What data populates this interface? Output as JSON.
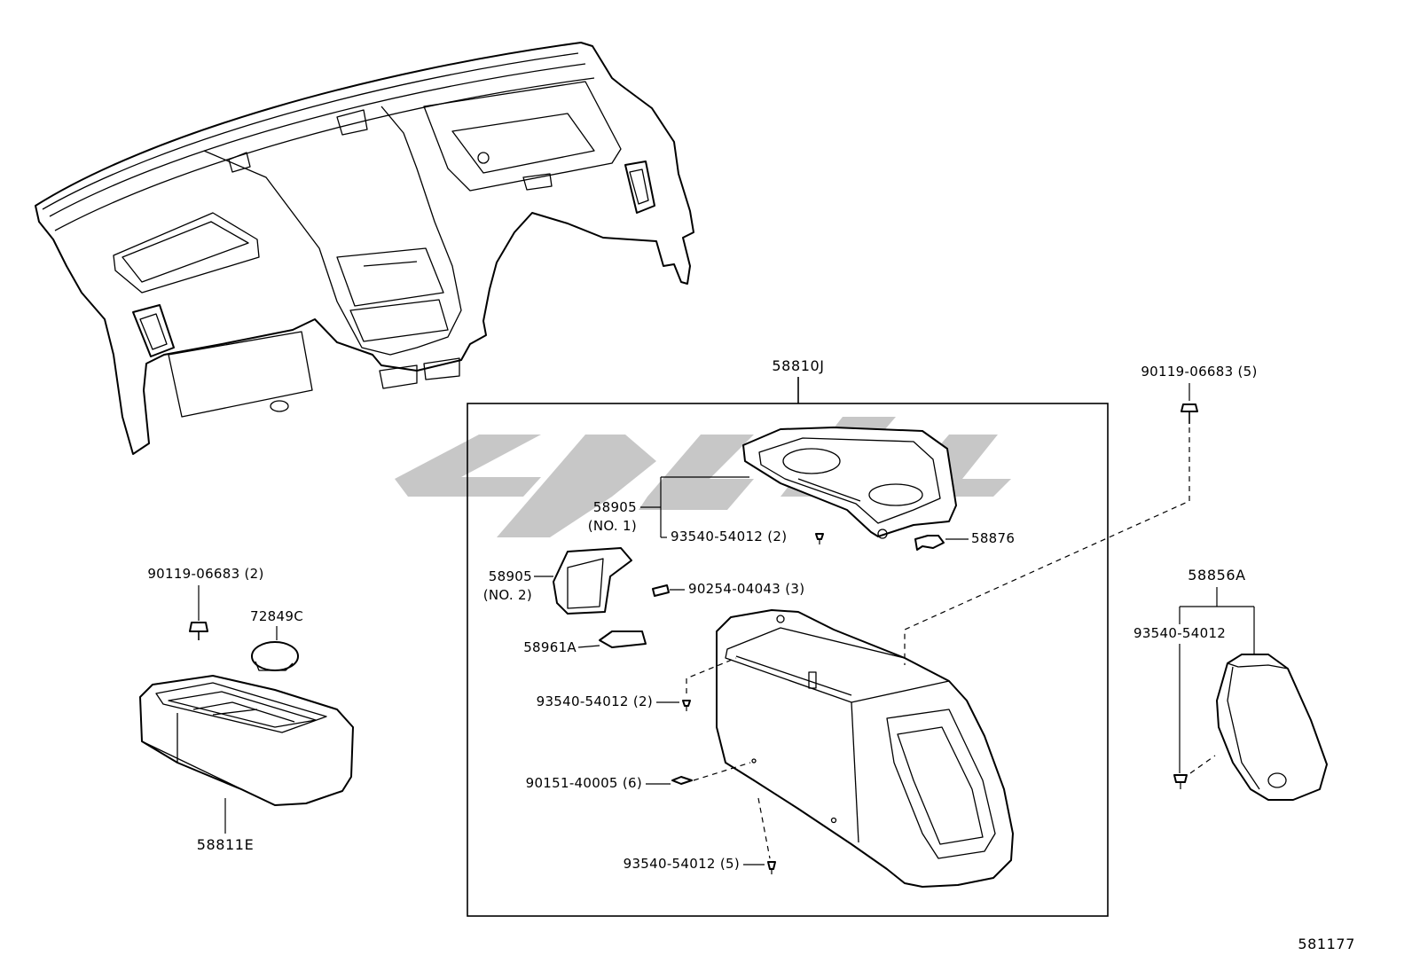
{
  "labels": {
    "assembly": "58810J",
    "screw_top_right": "90119-06683 (5)",
    "lid_no1_part": "58905",
    "lid_no1_suffix": "(NO. 1)",
    "screw_lid": "93540-54012 (2)",
    "clip_right": "58876",
    "lid_no2_part": "58905",
    "lid_no2_suffix": "(NO. 2)",
    "pin": "90254-04043 (3)",
    "latch": "58961A",
    "screw_mid": "93540-54012 (2)",
    "rivet": "90151-40005 (6)",
    "screw_bottom": "93540-54012 (5)",
    "screw_left": "90119-06683 (2)",
    "cap": "72849C",
    "rear_console": "58811E",
    "pad": "58856A",
    "screw_pad": "93540-54012",
    "diagram_number": "581177"
  },
  "colors": {
    "line": "#000000",
    "watermark": "#bdbdbd",
    "background": "#ffffff"
  }
}
